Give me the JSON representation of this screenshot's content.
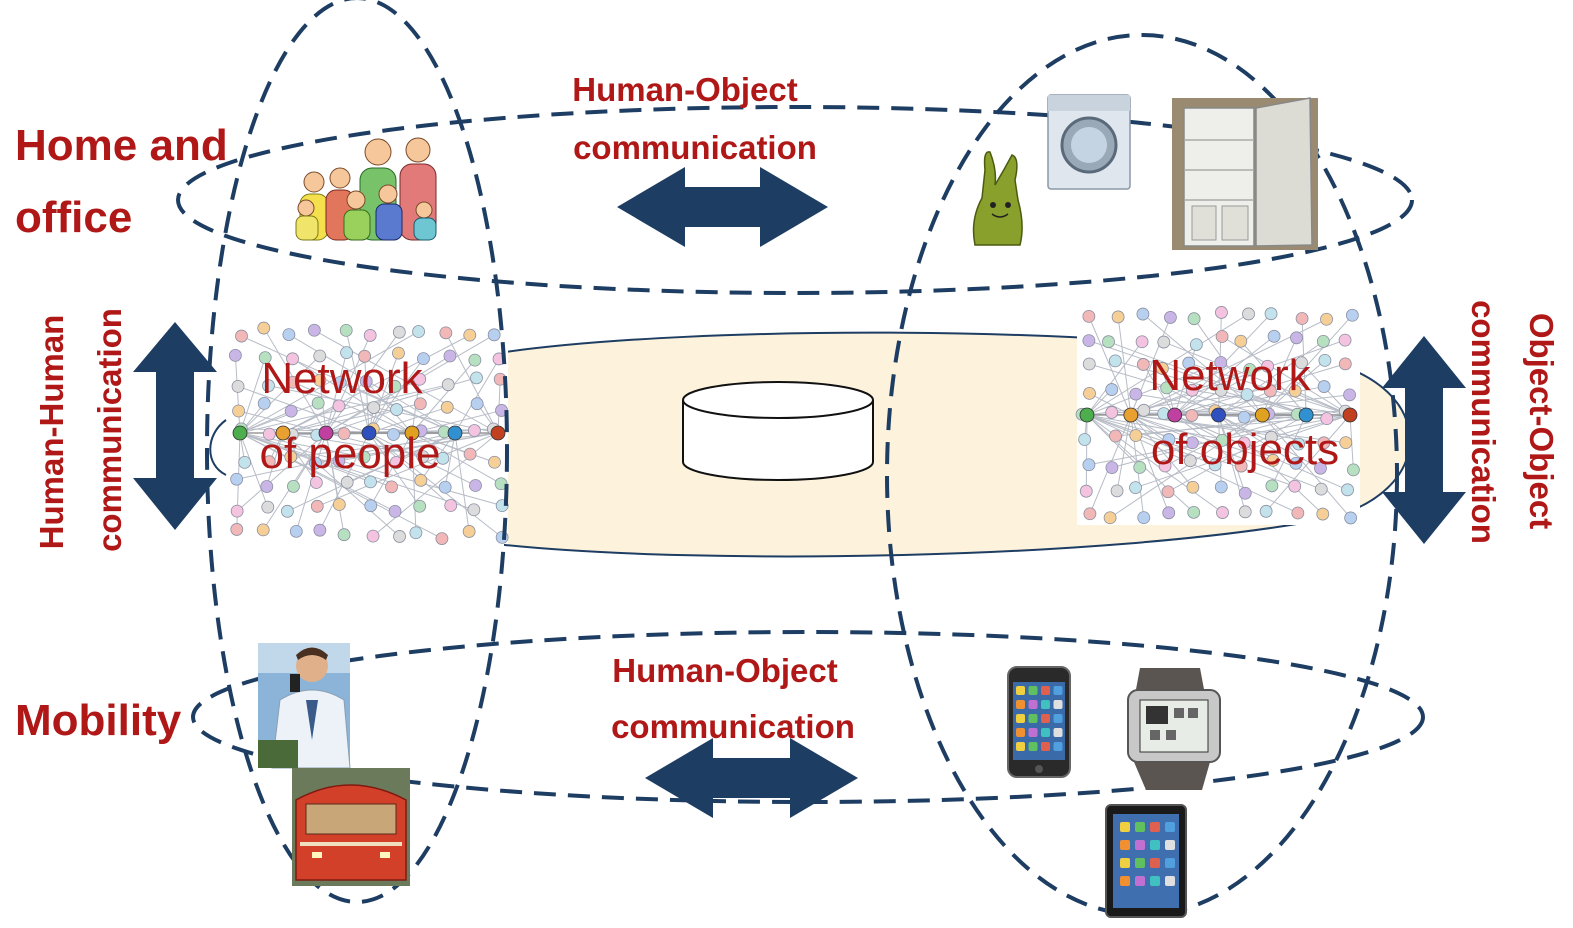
{
  "diagram": {
    "labels": {
      "home_office_line1": "Home and",
      "home_office_line2": "office",
      "mobility": "Mobility",
      "ho_top_line1": "Human-Object",
      "ho_top_line2": "communication",
      "ho_bottom_line1": "Human-Object",
      "ho_bottom_line2": "communication",
      "hh_line1": "Human-Human",
      "hh_line2": "communication",
      "oo_line1": "Object-Object",
      "oo_line2": "communication",
      "net_people_line1": "Network",
      "net_people_line2": "of people",
      "net_objects_line1": "Network",
      "net_objects_line2": "of objects"
    },
    "colors": {
      "label_red": "#b01818",
      "arrow_navy": "#1e3d63",
      "dash_navy": "#1e3d63",
      "band_fill": "#fdf2dc"
    },
    "icons": [
      "people-group-icon",
      "robot-rabbit-icon",
      "washing-machine-icon",
      "refrigerator-icon",
      "businessman-phone-icon",
      "train-icon",
      "smartphone-icon",
      "smartwatch-icon",
      "tablet-icon",
      "database-cylinder-icon"
    ]
  }
}
